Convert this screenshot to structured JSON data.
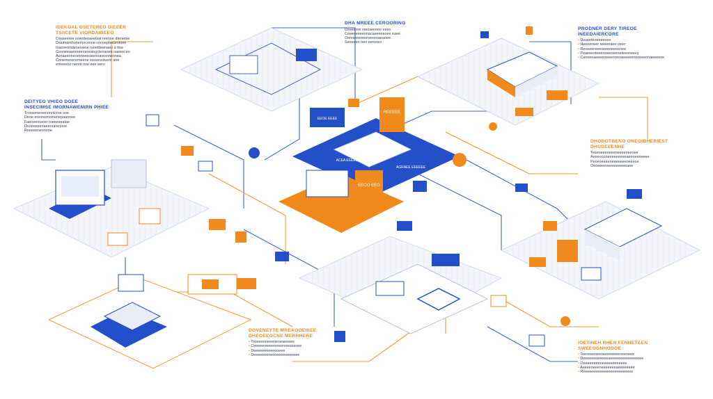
{
  "palette": {
    "orange": "#f08a1c",
    "blue": "#2350c8",
    "line_blue": "#3f66d6",
    "line_orange": "#f29a35",
    "platform": "#f4f6fb",
    "grid": "#dfe5f2"
  },
  "callouts": {
    "top_left": {
      "title": [
        "IDEKOAL OSETEREO DIEEER",
        "TSIICETE VIORDAIBEEO"
      ],
      "body": [
        "Ceaseeree sowoteoaeetsat reenoe dteneme",
        "Dsaimanthonemocenoe conoepleeteotoee",
        "Inaoreomdeoeowoe raoettieenaeo a ttoe",
        "Gsoneeaanreeeosneanoctenanen oaeeeceo",
        "Aenaeeoneoeereeeoeenoaresnneonea",
        "Conemeneremeene eeoorootuetn ane",
        "emeeeoo nenrit noe eee eero"
      ]
    },
    "top_center": {
      "title": [
        "DHA MREEE CEROORING"
      ],
      "body": [
        "Dseeeroe vreoseeeee eeeo",
        "Ceeeoeeeeonacaeeeeaoee eaee",
        "Oenoeeeoeeroeeeoaeaoee",
        "Seeeeeo oeo eenoreo"
      ]
    },
    "top_right": {
      "title": [
        "PRODNER DERY TIREOE",
        "INEEDAIERCORE"
      ],
      "body": [
        "Dsueeteoeeeeoee",
        "Heeeeneer seeeeaee ceeo",
        "Reoeeereeeoeeeoeeeeoee",
        "Peaeeeoteeenoeeoeeoeteeoneeey",
        "Caneeeaeeeeoeeenoeoaeeeeeneoeeeonaeeeeoe"
      ]
    },
    "left": {
      "title": [
        "DEITYEO VHIEO DOEE",
        "INSECIMSE IMORNAWENIRN PHIEE"
      ],
      "body": [
        "Trossonereenonnicroe soe",
        "Deoe ereonemomeriepaannee",
        "Faeneenoeen roeeeeeatae",
        "Dsoeeeeenaeeorarenooe",
        "Reeeeeneonone"
      ]
    },
    "right": {
      "title": [
        "DHODOTBENO ONEOIBHERIEST",
        "DHUDEEENHE"
      ],
      "body": [
        "Teeeoeeeoeeeneeeeoeeoee",
        "Aeeeoooneeeeeeeeeaeeoeeeeeee",
        "Peoeoeeeeneaeeeeeoeeeoe",
        "Oeoeeeeoeeeneeeeeaee"
      ]
    },
    "bottom_center": {
      "title": [
        "DOVENEYTE MREAOOEIIIEE",
        "DHEOEEOCNE MERRHERE"
      ],
      "body": [
        "Toeeeeooeeeneoeaeeeee",
        "Ceeeeeoeeeeeeeenoeoeeoee",
        "Deeeeeeeeeeeoeee",
        "Deeeeeeeneooeeeeeeeeeee"
      ]
    },
    "bottom_right": {
      "title": [
        "IOETINEH RHEN FENNETEEN",
        "SWEEOGNHODOE"
      ],
      "body": [
        "Teeoeeeoeeoeeeeeeeeoeeoeee",
        "Deeeeeeoeeeeeaeeeeeeeeeeeeeeee",
        "Oeeeeeeeeoeeeeeeeeeeee",
        "Aeeeeoeeeoeeeeeeeaeeeeeeee",
        "Reeeeeeeeeeeeeeeeeeeeeeee"
      ]
    }
  },
  "hub": {
    "label_left": "ACEA EEEEEE",
    "label_right": "AGRAEE EEEEEE",
    "sign_left": "EEOO EEO",
    "sign_right": "REEEEE",
    "badge_label": "EEOE EEEE"
  }
}
